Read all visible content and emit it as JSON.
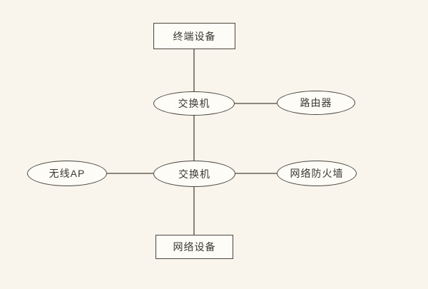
{
  "diagram": {
    "type": "network-topology",
    "nodes": {
      "terminal_device": {
        "label": "终端设备",
        "shape": "rectangle"
      },
      "switch_upper": {
        "label": "交换机",
        "shape": "ellipse"
      },
      "router": {
        "label": "路由器",
        "shape": "ellipse"
      },
      "wireless_ap": {
        "label": "无线AP",
        "shape": "ellipse"
      },
      "switch_lower": {
        "label": "交换机",
        "shape": "ellipse"
      },
      "firewall": {
        "label": "网络防火墙",
        "shape": "ellipse"
      },
      "network_device": {
        "label": "网络设备",
        "shape": "rectangle"
      }
    },
    "edges": [
      {
        "from": "terminal_device",
        "to": "switch_upper"
      },
      {
        "from": "switch_upper",
        "to": "router"
      },
      {
        "from": "switch_upper",
        "to": "switch_lower"
      },
      {
        "from": "wireless_ap",
        "to": "switch_lower"
      },
      {
        "from": "switch_lower",
        "to": "firewall"
      },
      {
        "from": "switch_lower",
        "to": "network_device"
      }
    ],
    "colors": {
      "background": "#f9f5ec",
      "node_fill": "#fdfcf7",
      "stroke": "#4a463f",
      "text": "#3b3833"
    }
  }
}
